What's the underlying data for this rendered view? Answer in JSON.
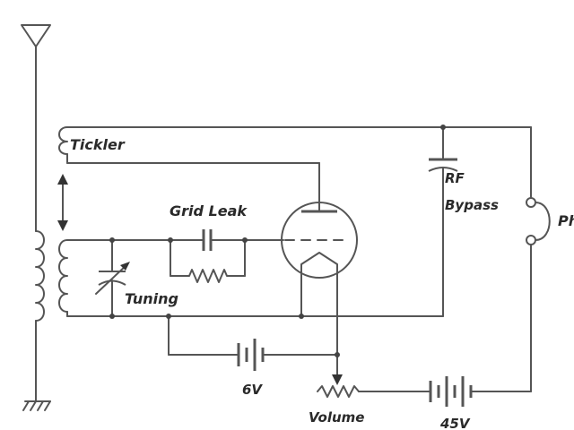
{
  "diagram": {
    "type": "circuit-schematic",
    "components": {
      "tickler": {
        "label": "Tickler",
        "kind": "coil"
      },
      "grid_leak": {
        "label": "Grid Leak",
        "kind": "capacitor-resistor"
      },
      "tuning": {
        "label": "Tuning",
        "kind": "variable-capacitor"
      },
      "rf_bypass": {
        "label_line1": "RF",
        "label_line2": "Bypass",
        "kind": "capacitor"
      },
      "phones": {
        "label": "Ph",
        "kind": "headphones"
      },
      "filament_battery": {
        "label": "6V",
        "kind": "battery"
      },
      "volume": {
        "label": "Volume",
        "kind": "potentiometer"
      },
      "plate_battery": {
        "label": "45V",
        "kind": "battery"
      },
      "antenna": {
        "kind": "antenna"
      },
      "ground": {
        "kind": "ground"
      },
      "tube": {
        "kind": "triode"
      },
      "coupling_arrow": {
        "kind": "double-arrow"
      }
    },
    "colors": {
      "wire": "#555555",
      "text": "#2a2a2a",
      "background": "#ffffff"
    }
  }
}
